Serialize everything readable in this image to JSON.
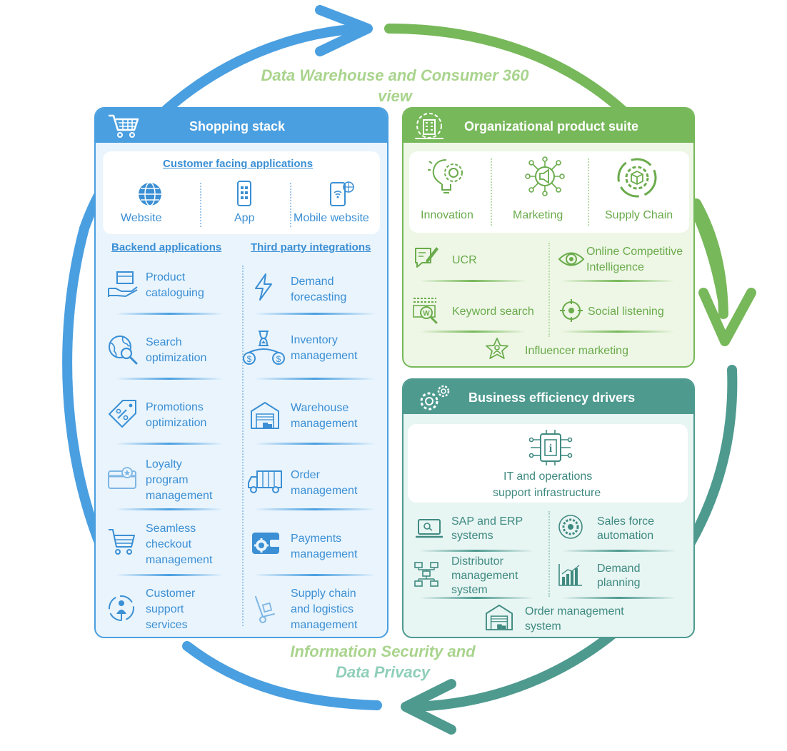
{
  "colors": {
    "blue": "#4a9fe0",
    "green": "#77b85a",
    "teal": "#4e9a8f",
    "caption_green": "#a9d48d",
    "caption_teal": "#8fcfb9"
  },
  "captions": {
    "top_line1": "Data Warehouse and Consumer 360",
    "top_line2": "view",
    "bottom_line1": "Information Security and",
    "bottom_line2": "Data Privacy"
  },
  "shopping": {
    "title": "Shopping stack",
    "icon": "cart-icon",
    "customer_heading": "Customer facing applications",
    "customer_apps": [
      {
        "label": "Website",
        "icon": "globe-icon"
      },
      {
        "label": "App",
        "icon": "phone-icon"
      },
      {
        "label": "Mobile website",
        "icon": "mobile-web-icon"
      }
    ],
    "backend_heading": "Backend applications",
    "third_party_heading": "Third party integrations",
    "backend": [
      {
        "l1": "Product",
        "l2": "cataloguing",
        "l3": "",
        "icon": "box-hand-icon"
      },
      {
        "l1": "Search",
        "l2": "optimization",
        "l3": "",
        "icon": "globe-search-icon"
      },
      {
        "l1": "Promotions",
        "l2": "optimization",
        "l3": "",
        "icon": "tag-percent-icon"
      },
      {
        "l1": "Loyalty",
        "l2": "program",
        "l3": "management",
        "icon": "loyalty-card-icon"
      },
      {
        "l1": "Seamless",
        "l2": "checkout",
        "l3": "management",
        "icon": "cart-icon"
      },
      {
        "l1": "Customer",
        "l2": "support",
        "l3": "services",
        "icon": "support-person-icon"
      }
    ],
    "third_party": [
      {
        "l1": "Demand",
        "l2": "forecasting",
        "l3": "",
        "icon": "lightning-icon"
      },
      {
        "l1": "Inventory",
        "l2": "management",
        "l3": "",
        "icon": "hourglass-coins-icon"
      },
      {
        "l1": "Warehouse",
        "l2": "management",
        "l3": "",
        "icon": "warehouse-icon"
      },
      {
        "l1": "Order",
        "l2": "management",
        "l3": "",
        "icon": "truck-icon"
      },
      {
        "l1": "Payments",
        "l2": "management",
        "l3": "",
        "icon": "wallet-gear-icon"
      },
      {
        "l1": "Supply chain",
        "l2": "and logistics",
        "l3": "management",
        "icon": "hand-truck-icon"
      }
    ]
  },
  "organizational": {
    "title": "Organizational product suite",
    "icon": "building-gear-icon",
    "top": [
      {
        "label": "Innovation",
        "icon": "lightbulb-gear-icon"
      },
      {
        "label": "Marketing",
        "icon": "megaphone-network-icon"
      },
      {
        "label": "Supply Chain",
        "icon": "cycle-box-icon"
      }
    ],
    "items": [
      {
        "l1": "UCR",
        "l2": "",
        "icon": "chat-pen-icon"
      },
      {
        "l1": "Online Competitive",
        "l2": "Intelligence",
        "icon": "eye-icon"
      },
      {
        "l1": "Keyword search",
        "l2": "",
        "icon": "keyword-search-icon"
      },
      {
        "l1": "Social listening",
        "l2": "",
        "icon": "target-icon"
      }
    ],
    "bottom": {
      "label": "Influencer marketing",
      "icon": "star-person-icon"
    }
  },
  "business": {
    "title": "Business efficiency drivers",
    "icon": "gears-icon",
    "main": {
      "l1": "IT and operations",
      "l2": "support infrastructure",
      "icon": "chip-info-icon"
    },
    "items": [
      {
        "l1": "SAP and ERP",
        "l2": "systems",
        "l3": "",
        "icon": "laptop-icon"
      },
      {
        "l1": "Sales force",
        "l2": "automation",
        "l3": "",
        "icon": "gear-badge-icon"
      },
      {
        "l1": "Distributor",
        "l2": "management",
        "l3": "system",
        "icon": "hierarchy-icon"
      },
      {
        "l1": "Demand",
        "l2": "planning",
        "l3": "",
        "icon": "bar-chart-icon"
      }
    ],
    "bottom": {
      "l1": "Order management",
      "l2": "system",
      "icon": "warehouse-icon"
    }
  }
}
